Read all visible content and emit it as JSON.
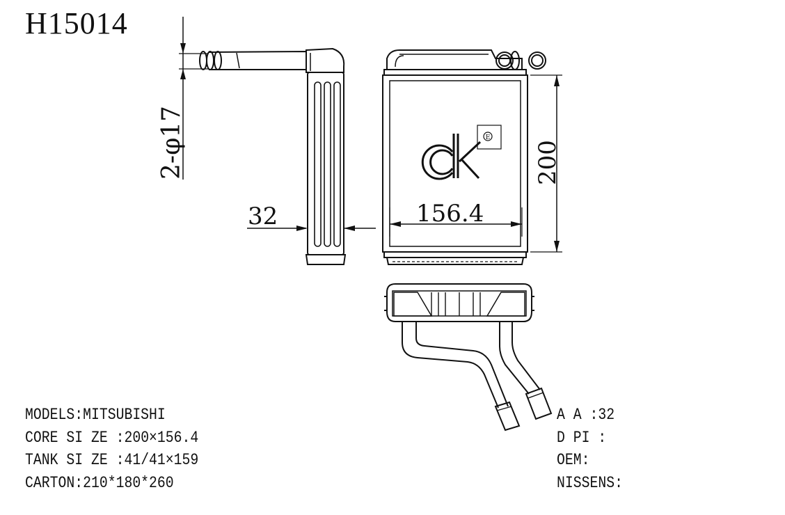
{
  "title": "H15014",
  "dimensions": {
    "pipe_label": "2-φ17",
    "tank_thickness": "32",
    "core_width": "156.4",
    "core_height": "200"
  },
  "specs_left": [
    {
      "label": "MODELS:",
      "value": "MITSUBISHI"
    },
    {
      "label": "CORE SI ZE :",
      "value": "200×156.4"
    },
    {
      "label": "TANK SI ZE :",
      "value": "41/41×159"
    },
    {
      "label": "CARTON:",
      "value": "210*180*260"
    }
  ],
  "specs_right": [
    {
      "label": "A A :",
      "value": "32"
    },
    {
      "label": "D PI :",
      "value": ""
    },
    {
      "label": "OEM:",
      "value": ""
    },
    {
      "label": "NISSENS:",
      "value": ""
    }
  ],
  "logo": {
    "letters": "ck",
    "mark": "E"
  }
}
